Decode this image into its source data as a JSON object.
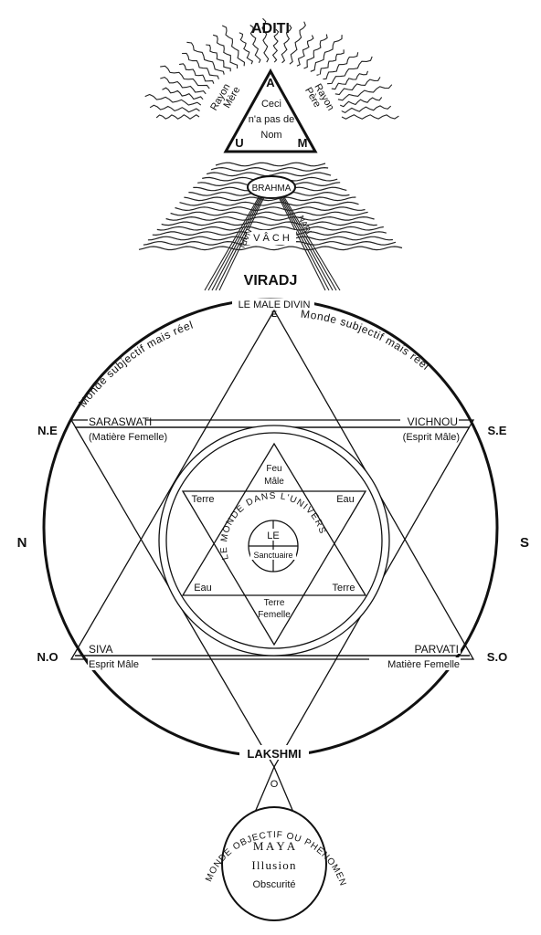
{
  "top": {
    "aditi": "ADITI",
    "apex_letters": {
      "a": "A",
      "u": "U",
      "m": "M"
    },
    "triangle_text": [
      "Ceci",
      "n'a pas de",
      "Nom"
    ],
    "rayon_left": [
      "Rayon",
      "Mère"
    ],
    "rayon_right": [
      "Rayon",
      "Père"
    ],
    "brahma": "BRAHMA",
    "nari_left": "NARI",
    "nari_right": "NARI",
    "vach": "V Â C H",
    "viradj": "VIRADJ"
  },
  "circle": {
    "top_label": "LE MALE DIVIN",
    "e_point": "E",
    "arc_left": "Monde subjectif mais réel",
    "arc_right": "Monde subjectif mais réel",
    "directions": {
      "ne": "N.E",
      "se": "S.E",
      "n": "N",
      "s": "S",
      "no": "N.O",
      "so": "S.O"
    },
    "saraswati": {
      "name": "SARASWATI",
      "sub": "(Matière Femelle)"
    },
    "vichnou": {
      "name": "VICHNOU",
      "sub": "(Esprit Mâle)"
    },
    "siva": {
      "name": "SIVA",
      "sub": "Esprit Mâle"
    },
    "parvati": {
      "name": "PARVATI",
      "sub": "Matière Femelle"
    },
    "lakshmi": "LAKSHMI",
    "o_point": "O"
  },
  "inner": {
    "feu": [
      "Feu",
      "Mâle"
    ],
    "terre_tl": "Terre",
    "eau_tr": "Eau",
    "eau_bl": "Eau",
    "terre_br": "Terre",
    "terre_femelle": [
      "Terre",
      "Femelle"
    ],
    "monde_arc": "LE MONDE DANS L'UNIVERS",
    "le": "LE",
    "sanctuaire": "Sanctuaire"
  },
  "bottom": {
    "arc": "MONDE OBJECTIF OU PHENOMENAL",
    "maya": "M A Y A",
    "illusion": "Illusion",
    "obscurite": "Obscurité"
  }
}
